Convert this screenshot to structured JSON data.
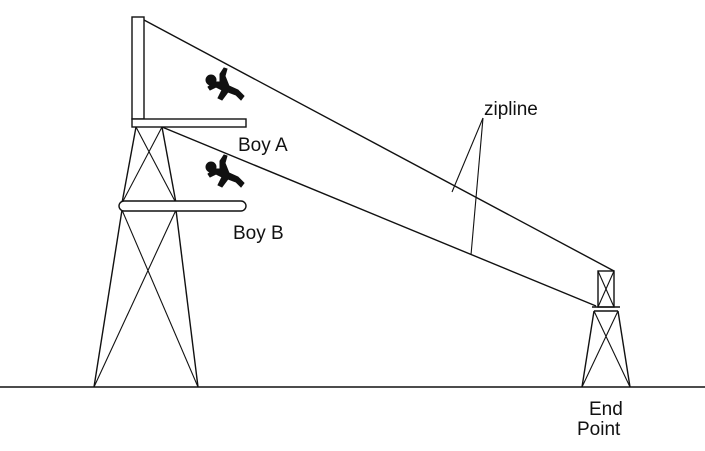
{
  "labels": {
    "zipline": "zipline",
    "boy_a": "Boy A",
    "boy_b": "Boy B",
    "end_line1": "End",
    "end_line2": "Point"
  },
  "icons": {
    "climber_a": "zipline-rider-icon",
    "climber_b": "zipline-rider-icon"
  },
  "colors": {
    "line": "#111111",
    "background": "#ffffff"
  }
}
